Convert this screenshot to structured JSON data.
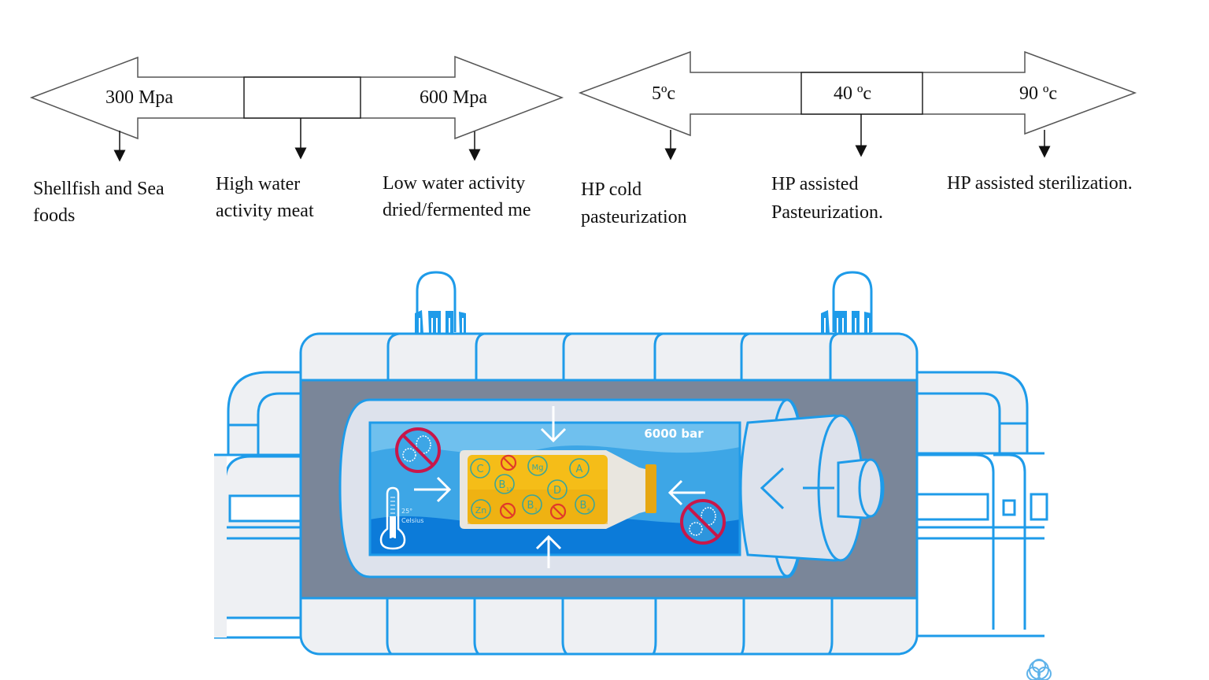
{
  "pressure_scale": {
    "left_label": "300 Mpa",
    "center_label": "",
    "right_label": "600 Mpa",
    "outcomes": [
      {
        "lines": [
          "Shellfish and Sea",
          "foods"
        ]
      },
      {
        "lines": [
          "High water",
          "activity meat"
        ]
      },
      {
        "lines": [
          "Low water activity",
          "dried/fermented me"
        ]
      }
    ]
  },
  "temperature_scale": {
    "left_label": "5ºc",
    "center_label": "40 ºc",
    "right_label": "90 ºc",
    "outcomes": [
      {
        "lines": [
          "HP cold",
          "pasteurization"
        ]
      },
      {
        "lines": [
          "HP assisted",
          "Pasteurization."
        ]
      },
      {
        "lines": [
          "HP assisted sterilization."
        ]
      }
    ]
  },
  "hpp_vessel": {
    "pressure_label": "6000 bar",
    "thermometer": {
      "value": "25°",
      "unit": "Celsius",
      "icon": "thermometer-icon"
    },
    "bottle_nutrients": [
      "C",
      "Mg",
      "A",
      "B12",
      "D",
      "Zn",
      "B1",
      "B6"
    ],
    "nutrient_labels": {
      "C": "C",
      "Mg": "Mg",
      "A": "A",
      "B12": "B",
      "B12_sub": "12",
      "D": "D",
      "Zn": "Zn",
      "B1": "B",
      "B1_sub": "1",
      "B6": "B",
      "B6_sub": "6"
    },
    "icons": [
      "no-bacteria-icon",
      "pressure-arrow-icon",
      "piston-icon",
      "bottle-icon",
      "brand-logo-icon"
    ]
  },
  "colors": {
    "outline_blue": "#1e9be9",
    "vessel_gray": "#7a8699",
    "panel_light": "#eef0f3",
    "water_light": "#6fc0ee",
    "water_mid": "#3da6e6",
    "water_dark": "#0c7bd9",
    "juice": "#f5bd18",
    "prohibit_red": "#c8174a"
  }
}
